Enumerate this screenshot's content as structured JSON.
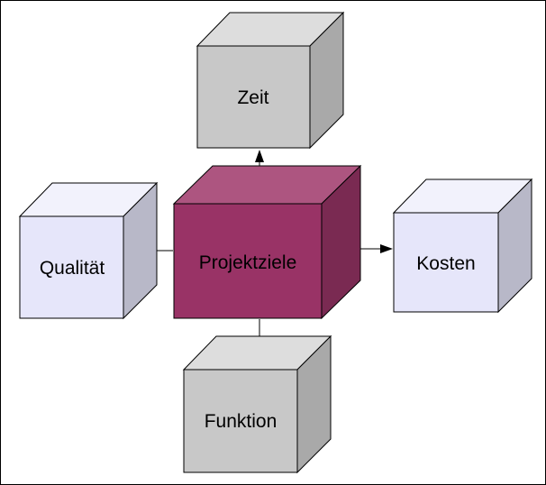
{
  "diagram": {
    "center": {
      "label": "Projektziele",
      "colors": {
        "front": "#993366",
        "top": "#ad5580",
        "side": "#7a2a52"
      }
    },
    "targets": [
      {
        "id": "zeit",
        "label": "Zeit",
        "colors": {
          "front": "#c8c8c8",
          "top": "#dddddd",
          "side": "#a9a9a9"
        }
      },
      {
        "id": "qualitaet",
        "label": "Qualität",
        "colors": {
          "front": "#e6e6fa",
          "top": "#f2f2fc",
          "side": "#b8b8c8"
        }
      },
      {
        "id": "kosten",
        "label": "Kosten",
        "colors": {
          "front": "#e6e6fa",
          "top": "#f2f2fc",
          "side": "#b8b8c8"
        }
      },
      {
        "id": "funktion",
        "label": "Funktion",
        "colors": {
          "front": "#c8c8c8",
          "top": "#dddddd",
          "side": "#a9a9a9"
        }
      }
    ]
  }
}
